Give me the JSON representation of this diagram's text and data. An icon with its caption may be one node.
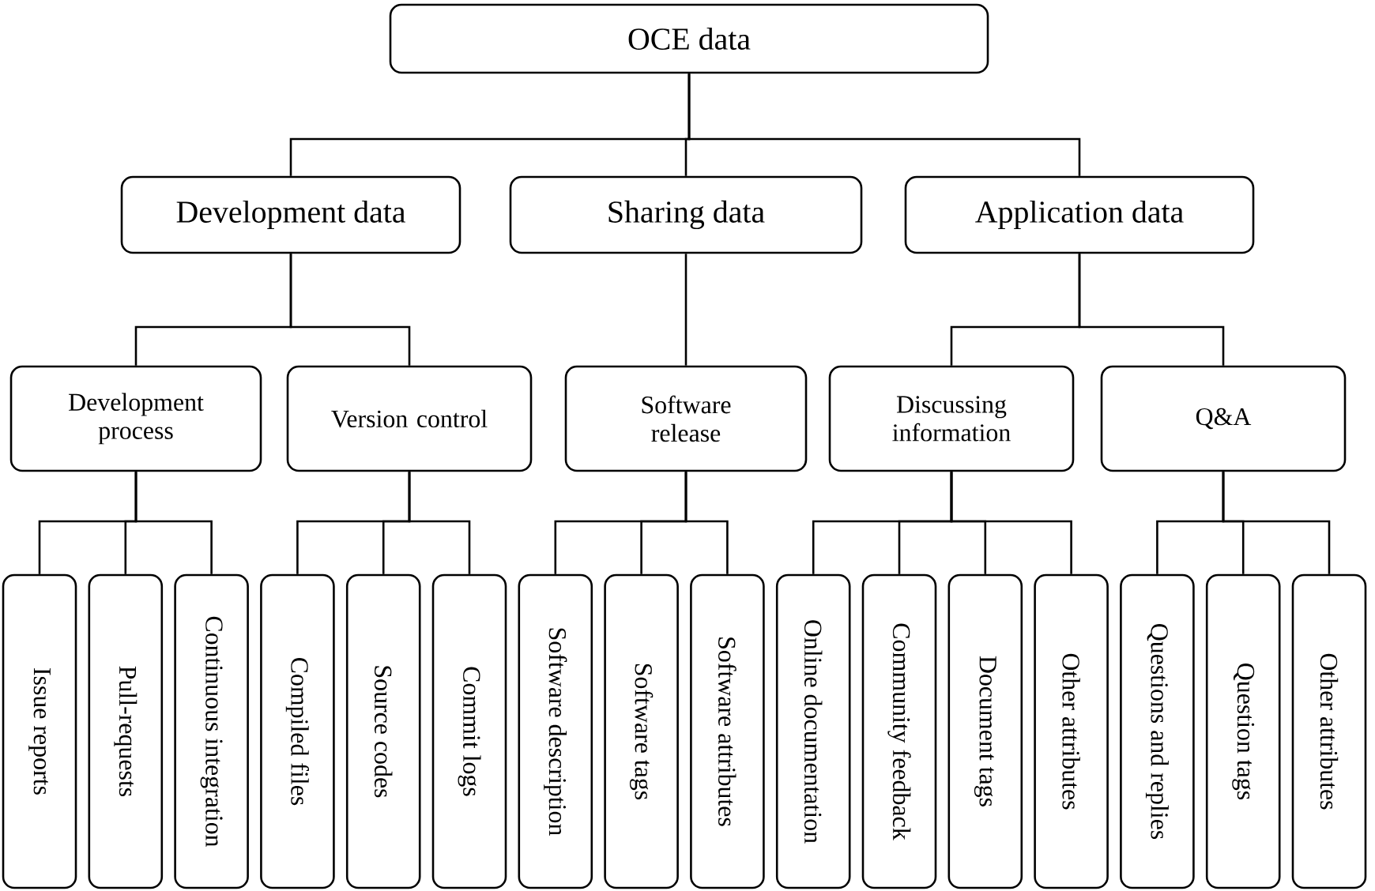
{
  "diagram": {
    "nodes": [
      {
        "text": [
          "OCE data"
        ]
      },
      {
        "text": [
          "Development data"
        ]
      },
      {
        "text": [
          "Sharing data"
        ]
      },
      {
        "text": [
          "Application data"
        ]
      },
      {
        "text": [
          "Development process"
        ]
      },
      {
        "text": [
          "Version control"
        ]
      },
      {
        "text": [
          "Software release"
        ]
      },
      {
        "text": [
          "Discussing information"
        ]
      },
      {
        "text": [
          "Q&A"
        ]
      },
      {
        "text": [
          "Issue reports"
        ]
      },
      {
        "text": [
          "Pull-requests"
        ]
      },
      {
        "text": [
          "Continuous integration"
        ]
      },
      {
        "text": [
          "Compiled files"
        ]
      },
      {
        "text": [
          "Source codes"
        ]
      },
      {
        "text": [
          "Commit logs"
        ]
      },
      {
        "text": [
          "Software description"
        ]
      },
      {
        "text": [
          "Software tags"
        ]
      },
      {
        "text": [
          "Software attributes"
        ]
      },
      {
        "text": [
          "Online documentation"
        ]
      },
      {
        "text": [
          "Community feedback"
        ]
      },
      {
        "text": [
          "Document tags"
        ]
      },
      {
        "text": [
          "Other attributes"
        ]
      },
      {
        "text": [
          "Questions and replies"
        ]
      },
      {
        "text": [
          "Question tags"
        ]
      },
      {
        "text": [
          "Other attributes"
        ]
      }
    ],
    "edges": [
      {
        "from": 0,
        "to": 1,
        "arrow": "none"
      },
      {
        "from": 0,
        "to": 2,
        "arrow": "none"
      },
      {
        "from": 0,
        "to": 3,
        "arrow": "none"
      },
      {
        "from": 1,
        "to": 4,
        "arrow": "none"
      },
      {
        "from": 1,
        "to": 5,
        "arrow": "none"
      },
      {
        "from": 2,
        "to": 6,
        "arrow": "none"
      },
      {
        "from": 3,
        "to": 7,
        "arrow": "none"
      },
      {
        "from": 3,
        "to": 8,
        "arrow": "none"
      },
      {
        "from": 4,
        "to": 9,
        "arrow": "none"
      },
      {
        "from": 4,
        "to": 10,
        "arrow": "none"
      },
      {
        "from": 4,
        "to": 11,
        "arrow": "none"
      },
      {
        "from": 5,
        "to": 12,
        "arrow": "none"
      },
      {
        "from": 5,
        "to": 13,
        "arrow": "none"
      },
      {
        "from": 5,
        "to": 14,
        "arrow": "none"
      },
      {
        "from": 6,
        "to": 15,
        "arrow": "none"
      },
      {
        "from": 6,
        "to": 16,
        "arrow": "none"
      },
      {
        "from": 6,
        "to": 17,
        "arrow": "none"
      },
      {
        "from": 7,
        "to": 18,
        "arrow": "none"
      },
      {
        "from": 7,
        "to": 19,
        "arrow": "none"
      },
      {
        "from": 7,
        "to": 20,
        "arrow": "none"
      },
      {
        "from": 7,
        "to": 21,
        "arrow": "none"
      },
      {
        "from": 8,
        "to": 22,
        "arrow": "none"
      },
      {
        "from": 8,
        "to": 23,
        "arrow": "none"
      },
      {
        "from": 8,
        "to": 24,
        "arrow": "none"
      }
    ]
  }
}
